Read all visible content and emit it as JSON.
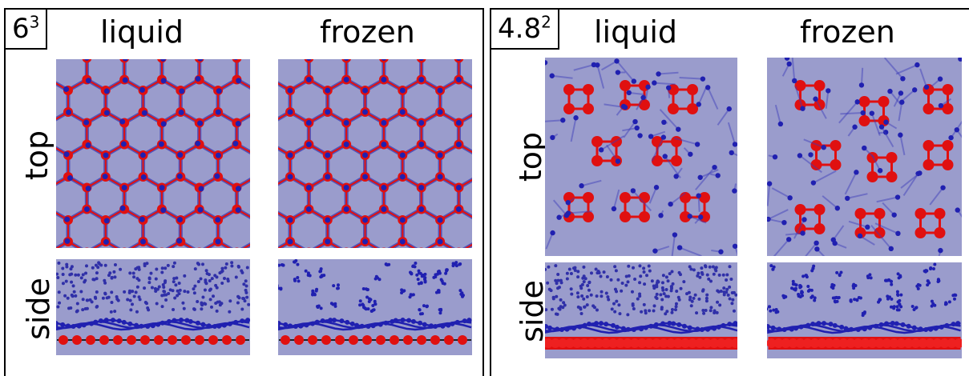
{
  "panels": [
    {
      "lattice_base": "6",
      "lattice_sup": "3",
      "col_liquid": "liquid",
      "col_frozen": "frozen",
      "row_top": "top",
      "row_side": "side"
    },
    {
      "lattice_base": "4.8",
      "lattice_sup": "2",
      "col_liquid": "liquid",
      "col_frozen": "frozen",
      "row_top": "top",
      "row_side": "side"
    }
  ],
  "colors": {
    "background": "#9a9ccc",
    "red_atom": "#e01010",
    "blue_atom": "#2020b0"
  }
}
